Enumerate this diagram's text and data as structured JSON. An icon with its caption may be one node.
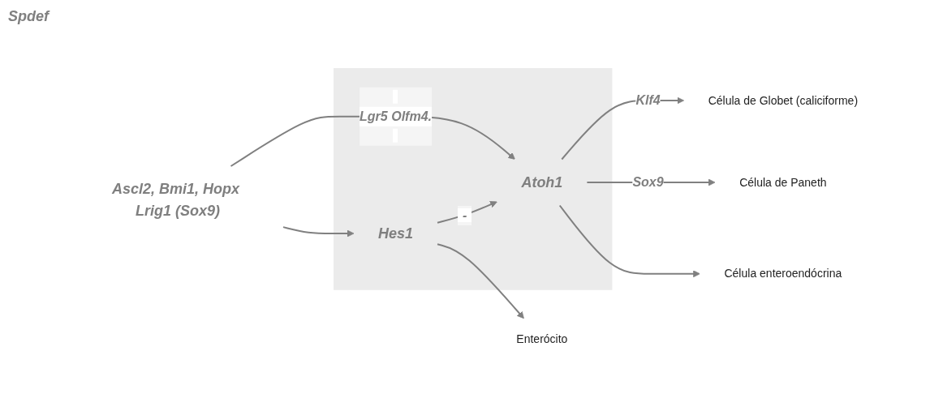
{
  "diagram": {
    "nodes": [
      {
        "text": [
          "Ascl2, Bmi1, Hopx Lrig1 (Sox9)"
        ]
      },
      {
        "text": [],
        "shape": "box"
      },
      {
        "text": [
          "Atoh1"
        ],
        "in": 1
      },
      {
        "text": [
          "Hes1"
        ],
        "in": 1
      },
      {
        "text": [
          "Célula de Globet (caliciforme)"
        ]
      },
      {
        "text": [
          "Célula de Paneth"
        ]
      },
      {
        "text": [
          "Célula enteroendócrina"
        ]
      },
      {
        "text": [
          "Enterócito"
        ]
      }
    ],
    "edges": [
      {
        "from": 0,
        "to": 2,
        "arrow": "to",
        "label": "Lgr5 Olfm4."
      },
      {
        "from": 0,
        "to": 3,
        "arrow": "to"
      },
      {
        "from": 3,
        "to": 2,
        "arrow": "to",
        "label": "-"
      },
      {
        "from": 2,
        "to": 4,
        "arrow": "to",
        "label": "Klf4"
      },
      {
        "from": 2,
        "to": 5,
        "arrow": "to",
        "label": "Sox9"
      },
      {
        "from": 2,
        "to": 6,
        "arrow": "to"
      },
      {
        "from": 3,
        "to": 7,
        "arrow": "to"
      }
    ],
    "labels": [
      "Spdef"
    ]
  }
}
